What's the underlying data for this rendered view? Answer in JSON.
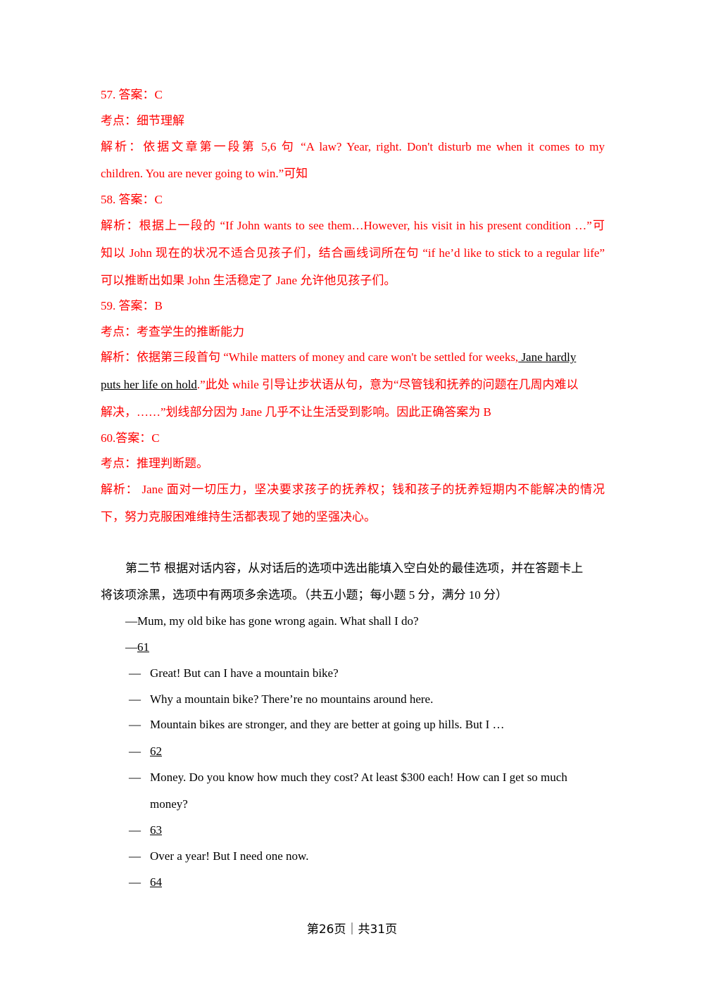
{
  "answers": {
    "q57": {
      "answer": "57. 答案：C",
      "point": "考点：细节理解",
      "analysis_1": "解析：依据文章第一段第 5,6 句 “A law? Year, right. Don't disturb me when it comes to my",
      "analysis_2": "children. You are never going to win.”可知"
    },
    "q58": {
      "answer": "58. 答案：C",
      "analysis_1": "解析：根据上一段的 “If John wants to see them…However, his visit in his present condition …”可",
      "analysis_2": "知以 John 现在的状况不适合见孩子们，结合画线词所在句 “if he’d like to stick to a regular life”",
      "analysis_3": "可以推断出如果 John 生活稳定了 Jane 允许他见孩子们。"
    },
    "q59": {
      "answer": "59. 答案：B",
      "point": "考点：考查学生的推断能力",
      "analysis_1a": "解析：依据第三段首句 “While matters of money and care won't be settled for weeks,",
      "analysis_1b": " Jane hardly",
      "analysis_2a": "puts her life on hold",
      "analysis_2b": ".”此处 while 引导让步状语从句，意为“尽管钱和抚养的问题在几周内难以",
      "analysis_3": "解决，……”划线部分因为 Jane 几乎不让生活受到影响。因此正确答案为 B"
    },
    "q60": {
      "answer": "60.答案：C",
      "point": "考点：推理判断题。",
      "analysis_1": "解析： Jane 面对一切压力，坚决要求孩子的抚养权；钱和孩子的抚养短期内不能解决的情况",
      "analysis_2": "下，努力克服困难维持生活都表现了她的坚强决心。"
    }
  },
  "section2": {
    "intro_1": "第二节 根据对话内容，从对话后的选项中选出能填入空白处的最佳选项，并在答题卡上",
    "intro_2": "将该项涂黑，选项中有两项多余选项。（共五小题；每小题 5 分，满分 10 分）",
    "dialogue_first": "—Mum, my old bike has gone wrong again. What shall I do?",
    "dialogue_blank61_dash": "—",
    "blank_61": "61",
    "dash": "—",
    "lines": {
      "l1": "Great! But can I have a mountain bike?",
      "l2": "Why a mountain bike? There’re no mountains around here.",
      "l3": "Mountain bikes are stronger, and they are better at going up hills. But I …",
      "blank_62": "62",
      "l4a": "Money. Do you know how much they cost? At least $300 each! How can I get so much",
      "l4b": "money?",
      "blank_63": "63",
      "l5": "Over a year! But I need one now.",
      "blank_64": "64"
    }
  },
  "footer": {
    "page_label": "第26页｜共31页"
  }
}
